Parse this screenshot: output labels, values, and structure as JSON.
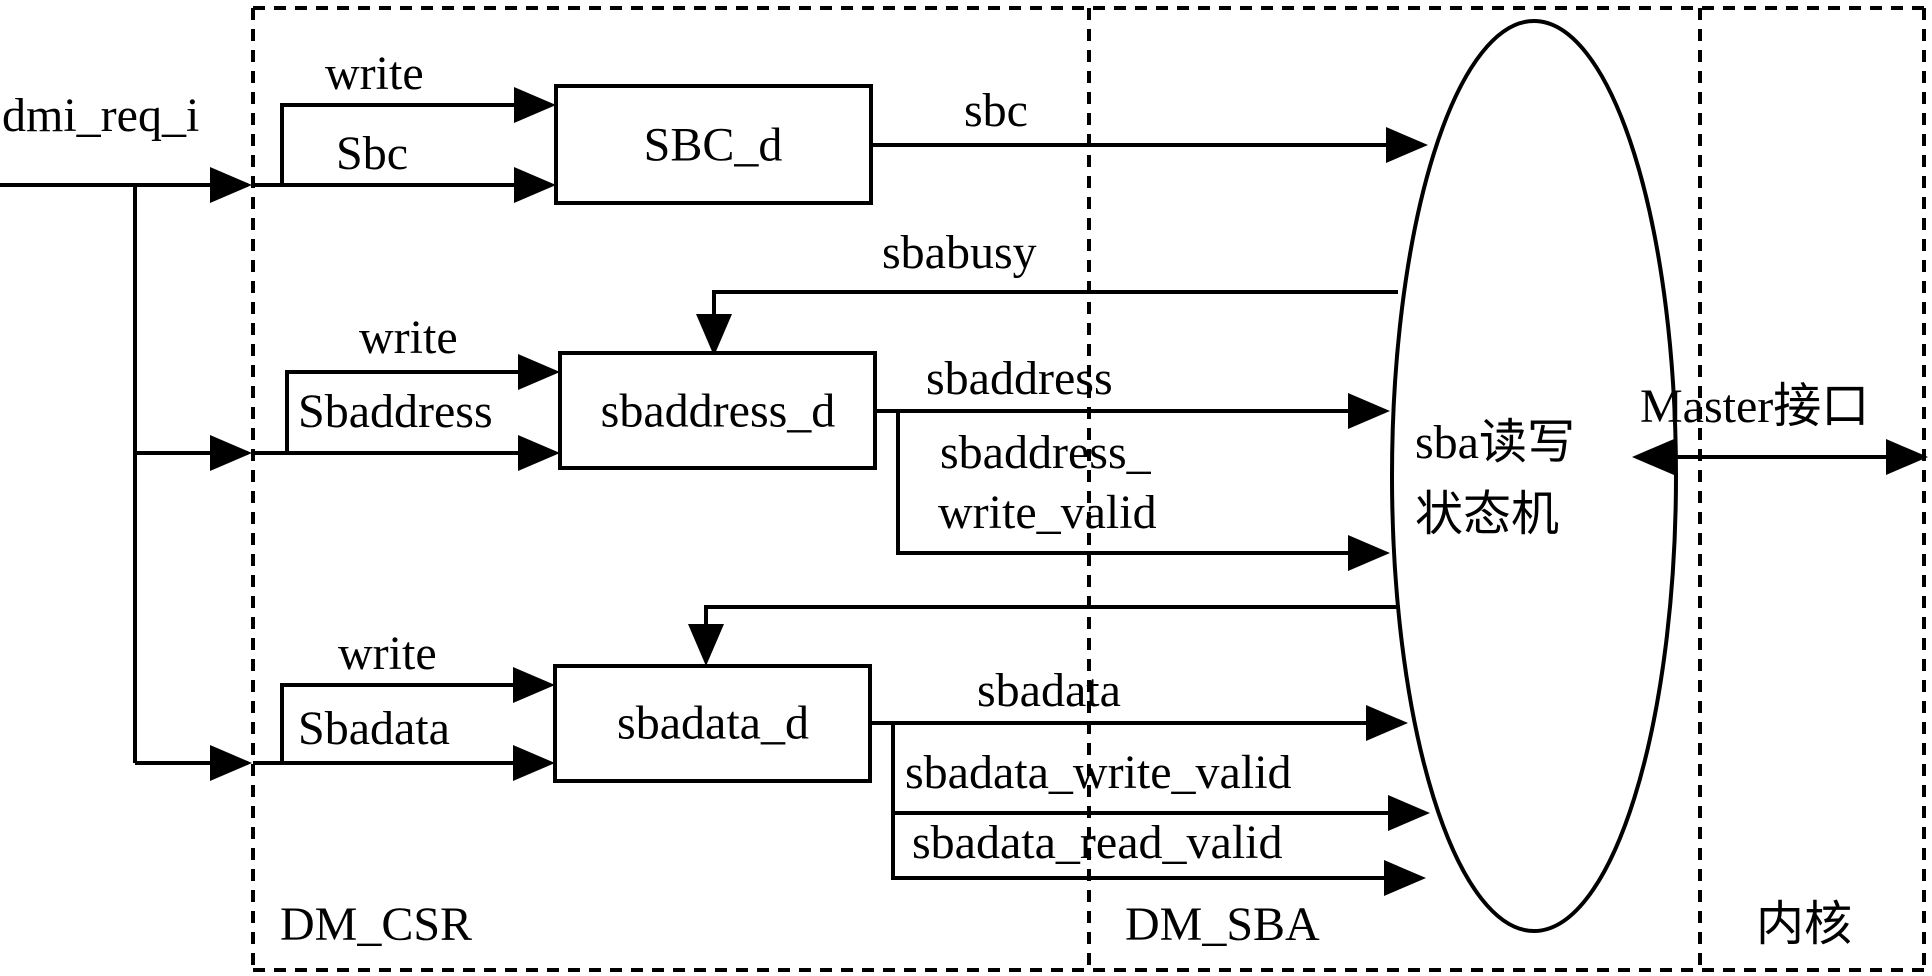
{
  "regions": {
    "csr": "DM_CSR",
    "sba": "DM_SBA",
    "core": "内核"
  },
  "input_signal": "dmi_req_i",
  "blocks": {
    "sbc": "SBC_d",
    "sbaddress": "sbaddress_d",
    "sbadata": "sbadata_d",
    "fsm_line1": "sba读写",
    "fsm_line2": "状态机"
  },
  "signals": {
    "sbc_write": "write",
    "sbc_field": "Sbc",
    "sbc_out": "sbc",
    "sbabusy": "sbabusy",
    "addr_write": "write",
    "addr_field": "Sbaddress",
    "addr_out": "sbaddress",
    "addr_valid_line1": "sbaddress_",
    "addr_valid_line2": "write_valid",
    "data_write": "write",
    "data_field": "Sbadata",
    "data_out": "sbadata",
    "data_write_valid": "sbadata_write_valid",
    "data_read_valid": "sbadata_read_valid",
    "master_if": "Master接口"
  }
}
